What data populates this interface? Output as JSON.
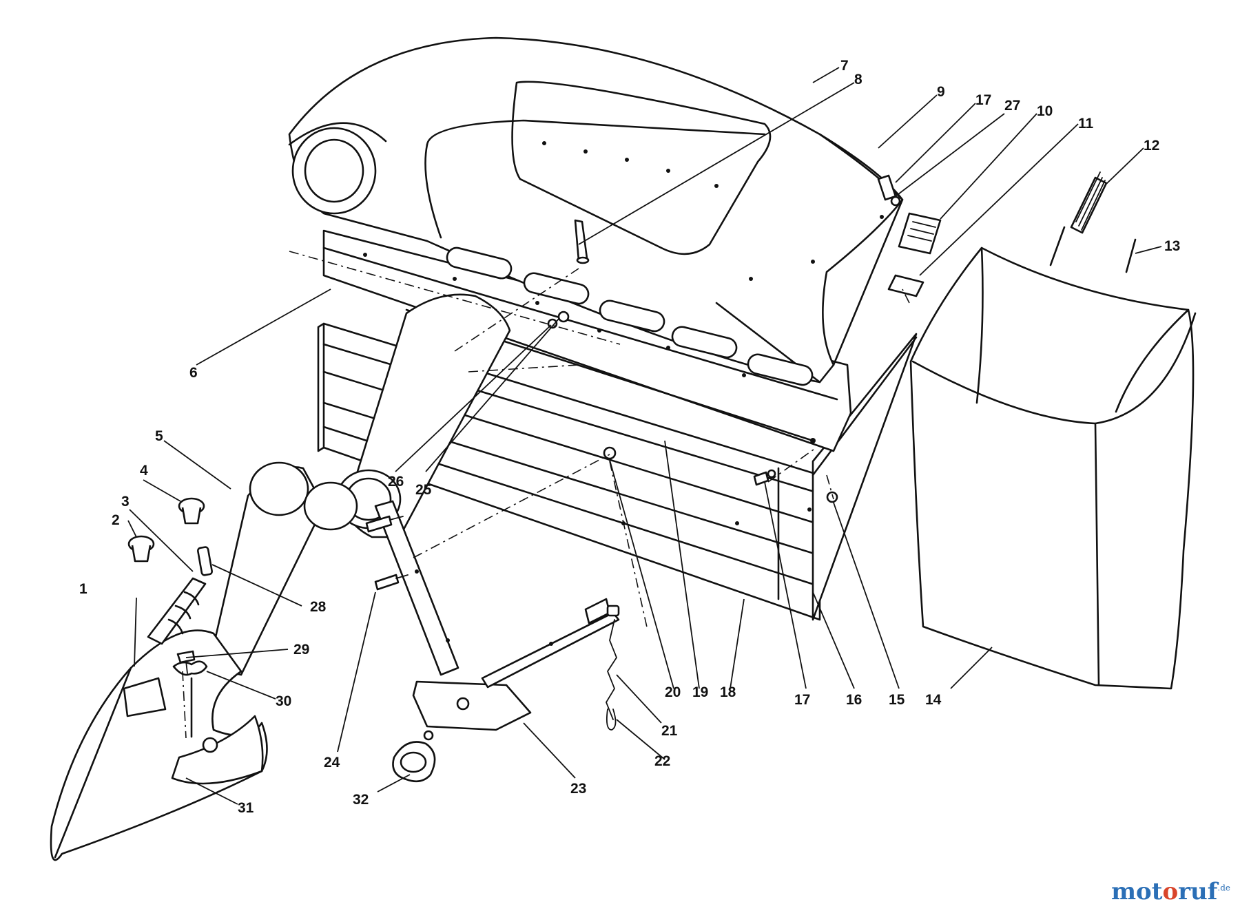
{
  "callouts": [
    "1",
    "2",
    "3",
    "4",
    "5",
    "6",
    "7",
    "8",
    "9",
    "10",
    "11",
    "12",
    "13",
    "14",
    "15",
    "16",
    "17",
    "18",
    "19",
    "20",
    "21",
    "22",
    "23",
    "24",
    "25",
    "26",
    "27",
    "28",
    "29",
    "30",
    "31",
    "32"
  ],
  "watermark": {
    "part1": "mot",
    "part2": "o",
    "part3": "ruf",
    "tld": ".de"
  },
  "colors": {
    "line": "#111111",
    "watermark_blue": "#2b6fb6",
    "watermark_red": "#d9452b"
  }
}
